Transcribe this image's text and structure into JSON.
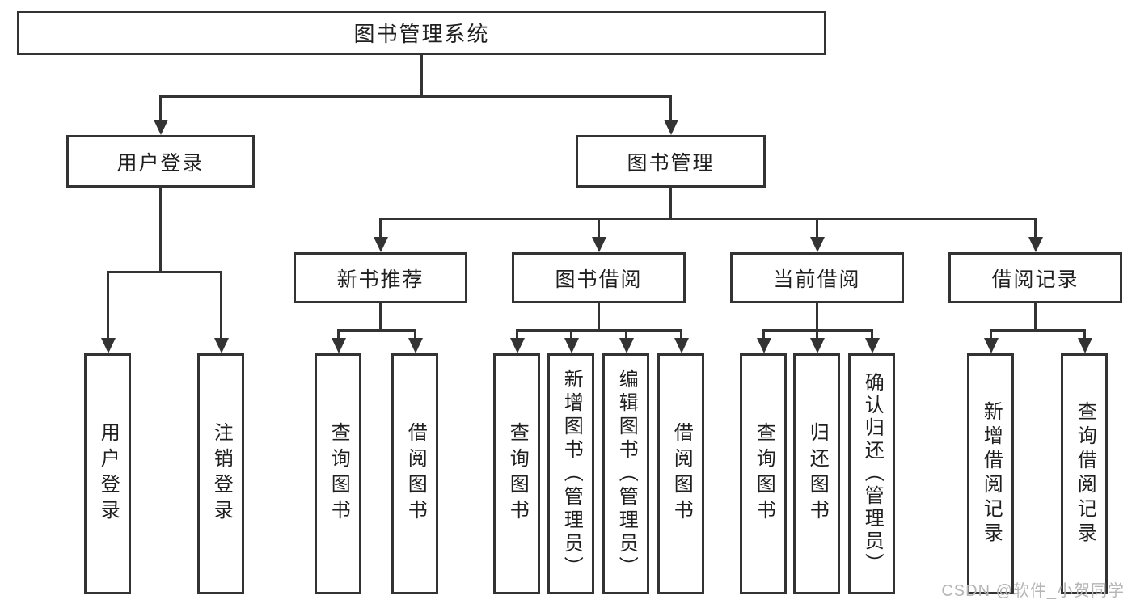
{
  "diagram": {
    "root": {
      "label": "图书管理系统"
    },
    "level2": [
      {
        "label": "用户登录"
      },
      {
        "label": "图书管理"
      }
    ],
    "level3": [
      {
        "label": "新书推荐"
      },
      {
        "label": "图书借阅"
      },
      {
        "label": "当前借阅"
      },
      {
        "label": "借阅记录"
      }
    ],
    "leaves": {
      "user_login": [
        "用户登录",
        "注销登录"
      ],
      "new_book": [
        "查询图书",
        "借阅图书"
      ],
      "book_borrow": [
        "查询图书",
        "新增图书（管理员）",
        "编辑图书（管理员）",
        "借阅图书"
      ],
      "current_borrow": [
        "查询图书",
        "归还图书",
        "确认归还（管理员）"
      ],
      "borrow_record": [
        "新增借阅记录",
        "查询借阅记录"
      ]
    }
  },
  "watermark": {
    "text": "CSDN @软件_小贺同学"
  },
  "colors": {
    "line": "#333333",
    "text": "#1f1f1f",
    "watermark": "#b5b5b5",
    "background": "#ffffff"
  }
}
